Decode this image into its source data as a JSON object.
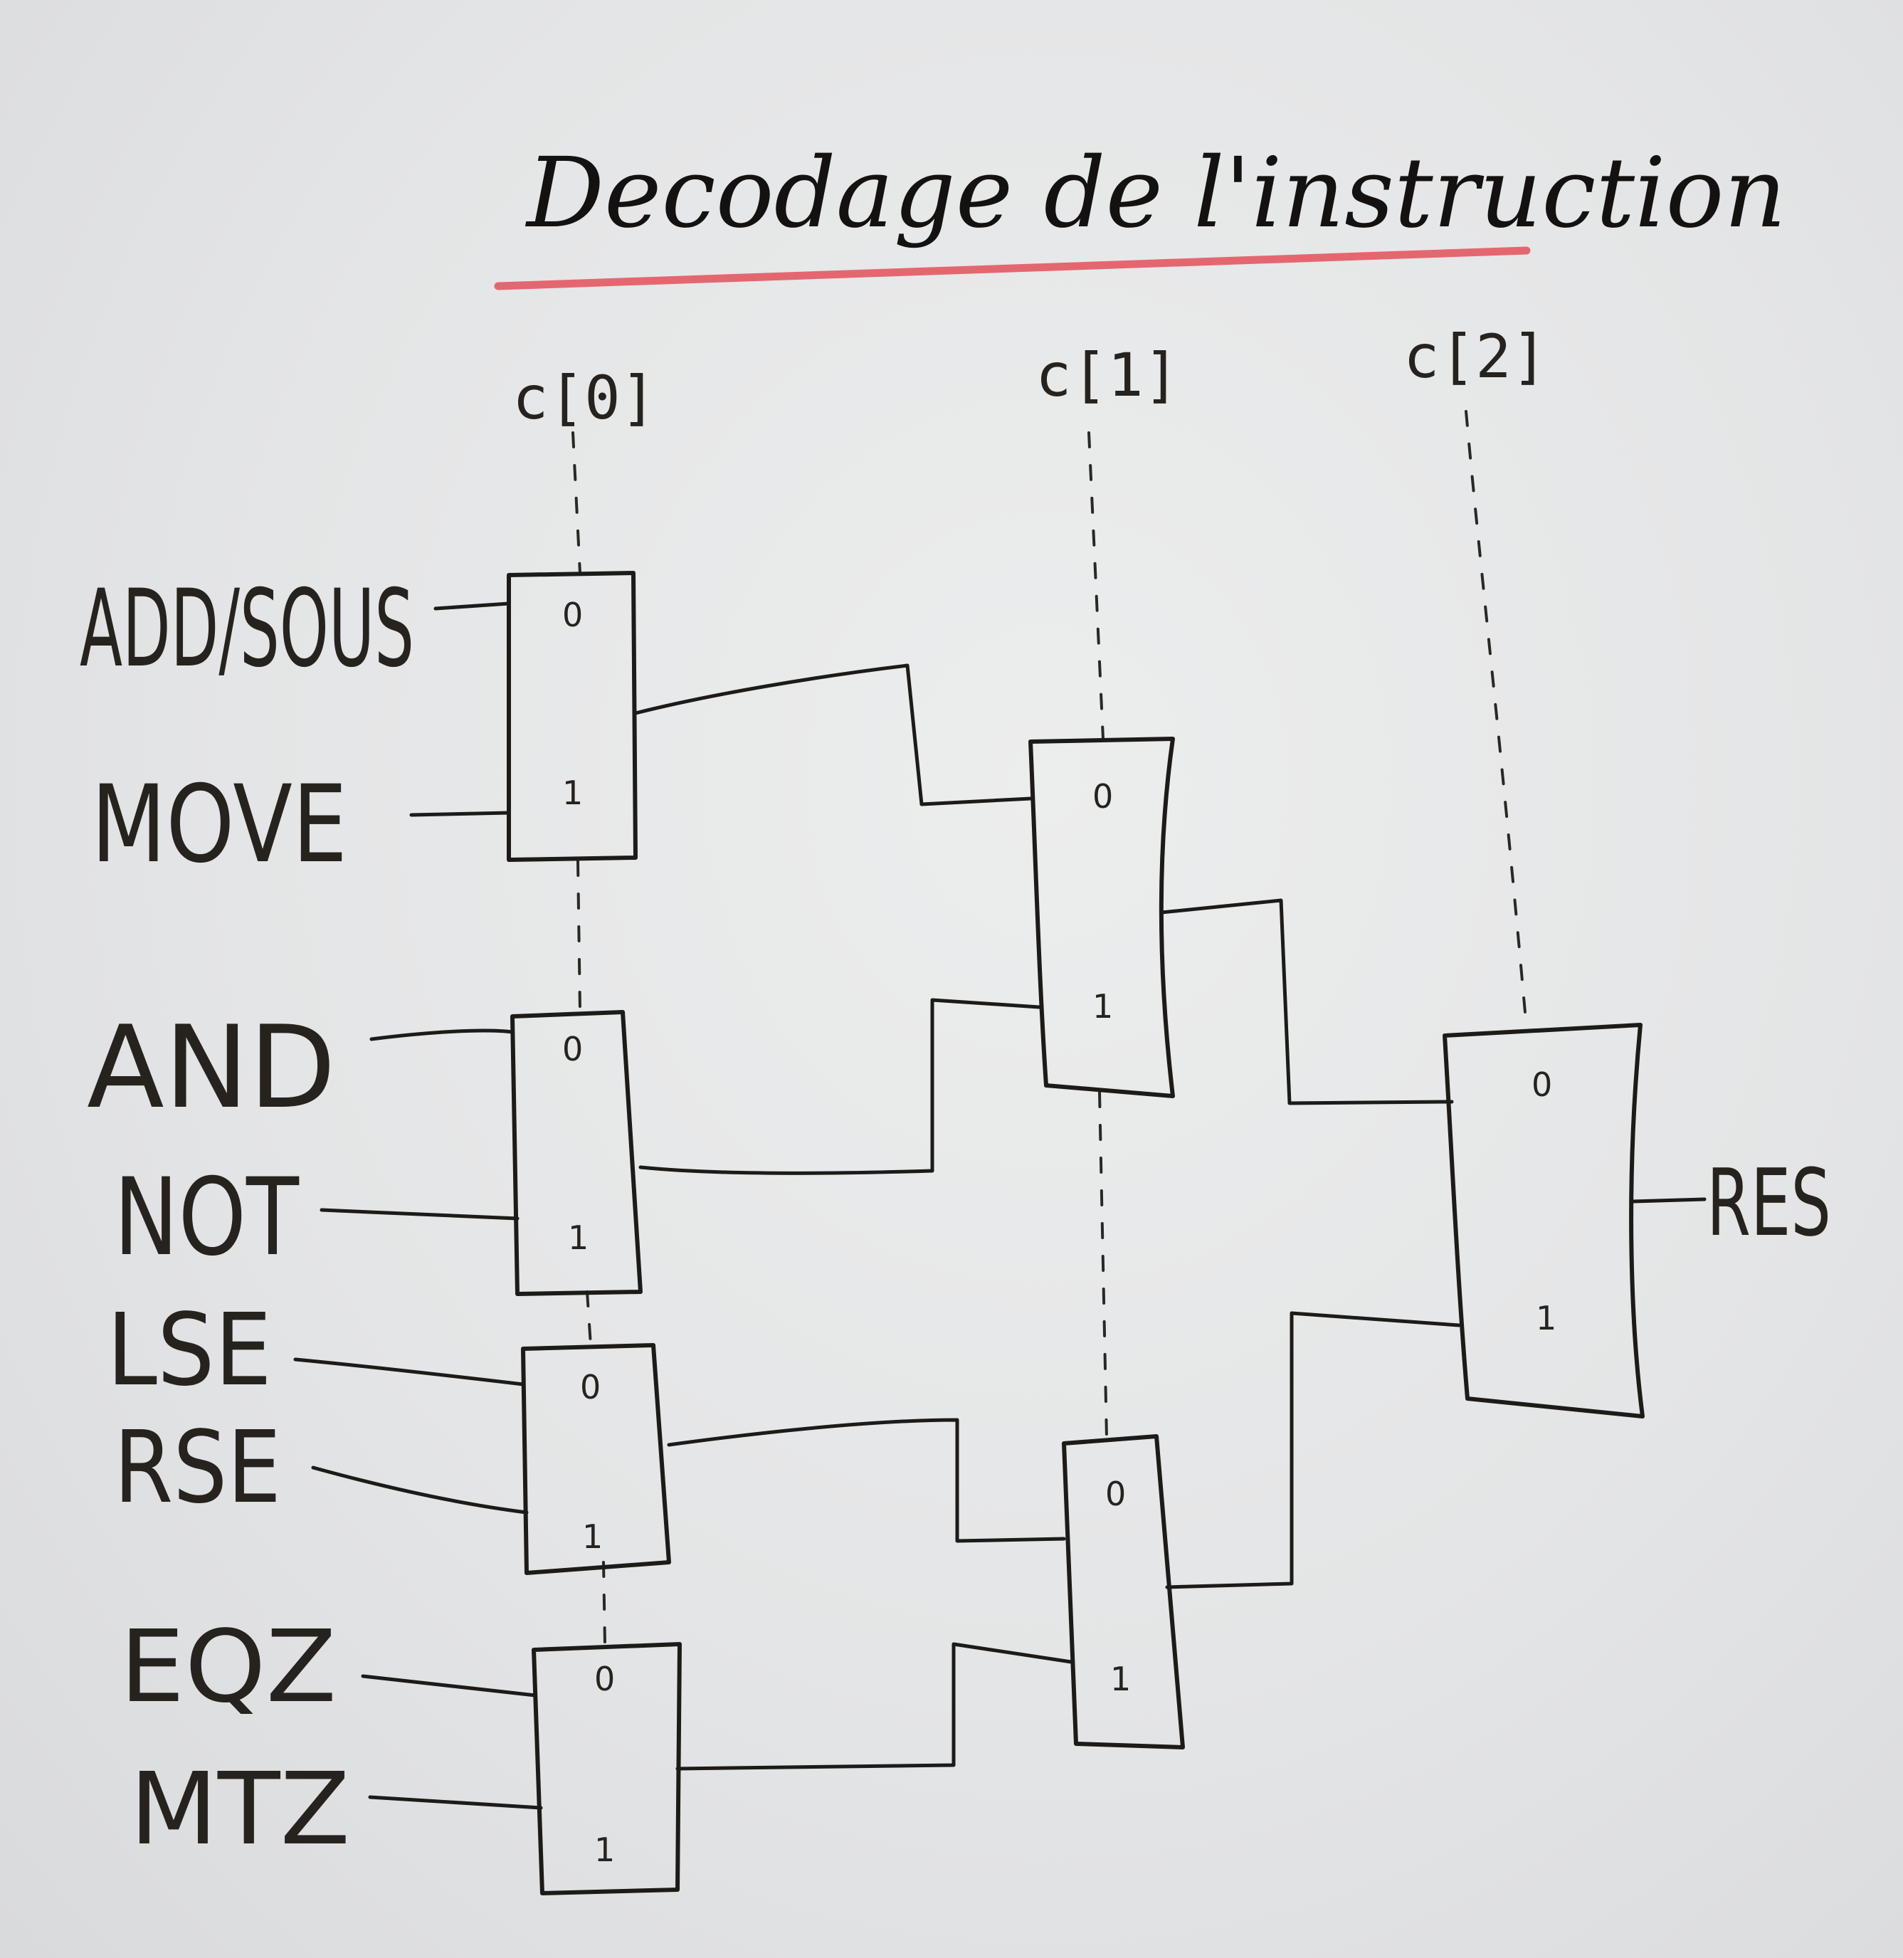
{
  "title": "Decodage de l'instruction",
  "colors": {
    "ink": "#1d1b18",
    "underline": "#e3505a",
    "board": "#e3e4e6"
  },
  "selectors": [
    "c[0]",
    "c[1]",
    "c[2]"
  ],
  "inputs": [
    "ADD/SOUS",
    "MOVE",
    "AND",
    "NOT",
    "LSE",
    "RSE",
    "EQZ",
    "MTZ"
  ],
  "output": "RES",
  "mux_port_labels": [
    "0",
    "1"
  ],
  "multiplexers": [
    {
      "stage": 1,
      "select": "c[0]",
      "in0": "ADD/SOUS",
      "in1": "MOVE"
    },
    {
      "stage": 1,
      "select": "c[0]",
      "in0": "AND",
      "in1": "NOT"
    },
    {
      "stage": 1,
      "select": "c[0]",
      "in0": "LSE",
      "in1": "RSE"
    },
    {
      "stage": 1,
      "select": "c[0]",
      "in0": "EQZ",
      "in1": "MTZ"
    },
    {
      "stage": 2,
      "select": "c[1]"
    },
    {
      "stage": 2,
      "select": "c[1]"
    },
    {
      "stage": 3,
      "select": "c[2]",
      "out": "RES"
    }
  ]
}
